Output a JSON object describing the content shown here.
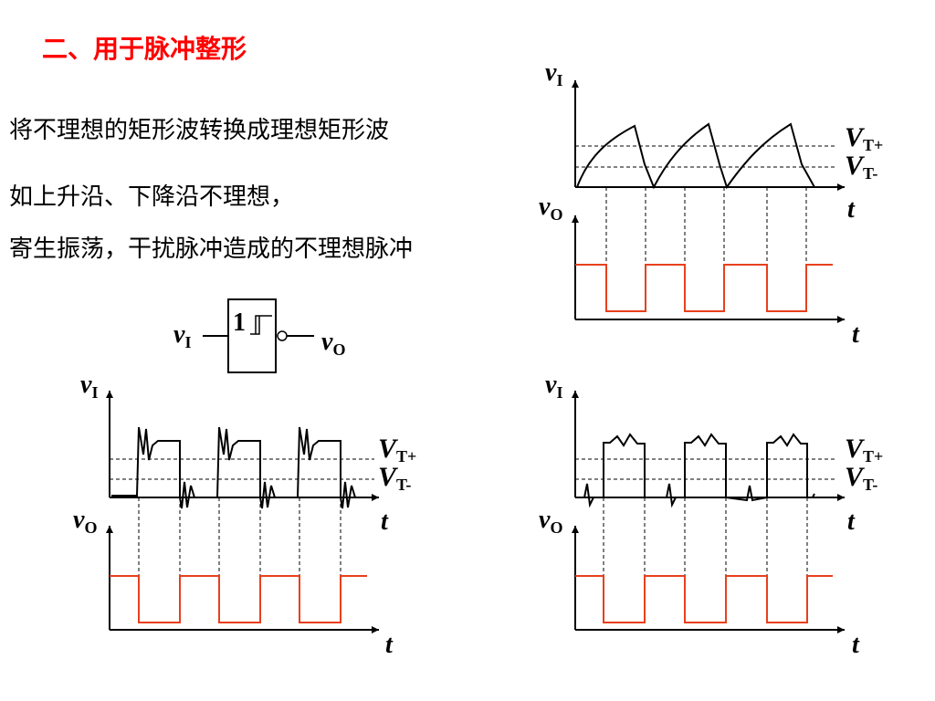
{
  "title": "二、用于脉冲整形",
  "lines": [
    "将不理想的矩形波转换成理想矩形波",
    "如上升沿、下降沿不理想，",
    "寄生振荡，干扰脉冲造成的不理想脉冲"
  ],
  "gate": {
    "number": "1",
    "input_var": "v",
    "input_sub": "I",
    "output_var": "v",
    "output_sub": "O"
  },
  "axis_labels": {
    "vi_var": "v",
    "vi_sub": "I",
    "vo_var": "v",
    "vo_sub": "O",
    "t": "t",
    "vtp_var": "V",
    "vtp_sub": "T+",
    "vtm_var": "V",
    "vtm_sub": "T-"
  },
  "colors": {
    "title": "#ff0000",
    "output_wave": "#e8401c"
  }
}
